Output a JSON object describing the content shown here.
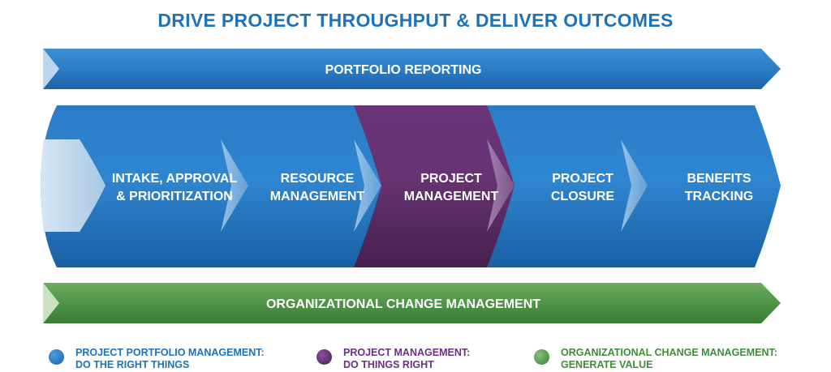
{
  "title": "DRIVE PROJECT THROUGHPUT & DELIVER OUTCOMES",
  "colors": {
    "title": "#1f72b8",
    "blue": "#1d6fb7",
    "purple": "#5c2d6b",
    "green": "#4a8f43",
    "legend_blue_text": "#1f72b8",
    "legend_purple_text": "#6b2f86",
    "legend_green_text": "#3f8d3a"
  },
  "top_banner": {
    "label": "PORTFOLIO REPORTING"
  },
  "bottom_banner": {
    "label": "ORGANIZATIONAL CHANGE MANAGEMENT"
  },
  "stages": [
    {
      "line1": "INTAKE, APPROVAL",
      "line2": "& PRIORITIZATION",
      "color": "blue"
    },
    {
      "line1": "RESOURCE",
      "line2": "MANAGEMENT",
      "color": "blue"
    },
    {
      "line1": "PROJECT",
      "line2": "MANAGEMENT",
      "color": "purple"
    },
    {
      "line1": "PROJECT",
      "line2": "CLOSURE",
      "color": "blue"
    },
    {
      "line1": "BENEFITS",
      "line2": "TRACKING",
      "color": "blue"
    }
  ],
  "legend": [
    {
      "line1": "PROJECT PORTFOLIO MANAGEMENT:",
      "line2": "DO THE RIGHT THINGS",
      "color": "blue"
    },
    {
      "line1": "PROJECT MANAGEMENT:",
      "line2": "DO THINGS RIGHT",
      "color": "purple"
    },
    {
      "line1": "ORGANIZATIONAL CHANGE MANAGEMENT:",
      "line2": "GENERATE VALUE",
      "color": "green"
    }
  ]
}
